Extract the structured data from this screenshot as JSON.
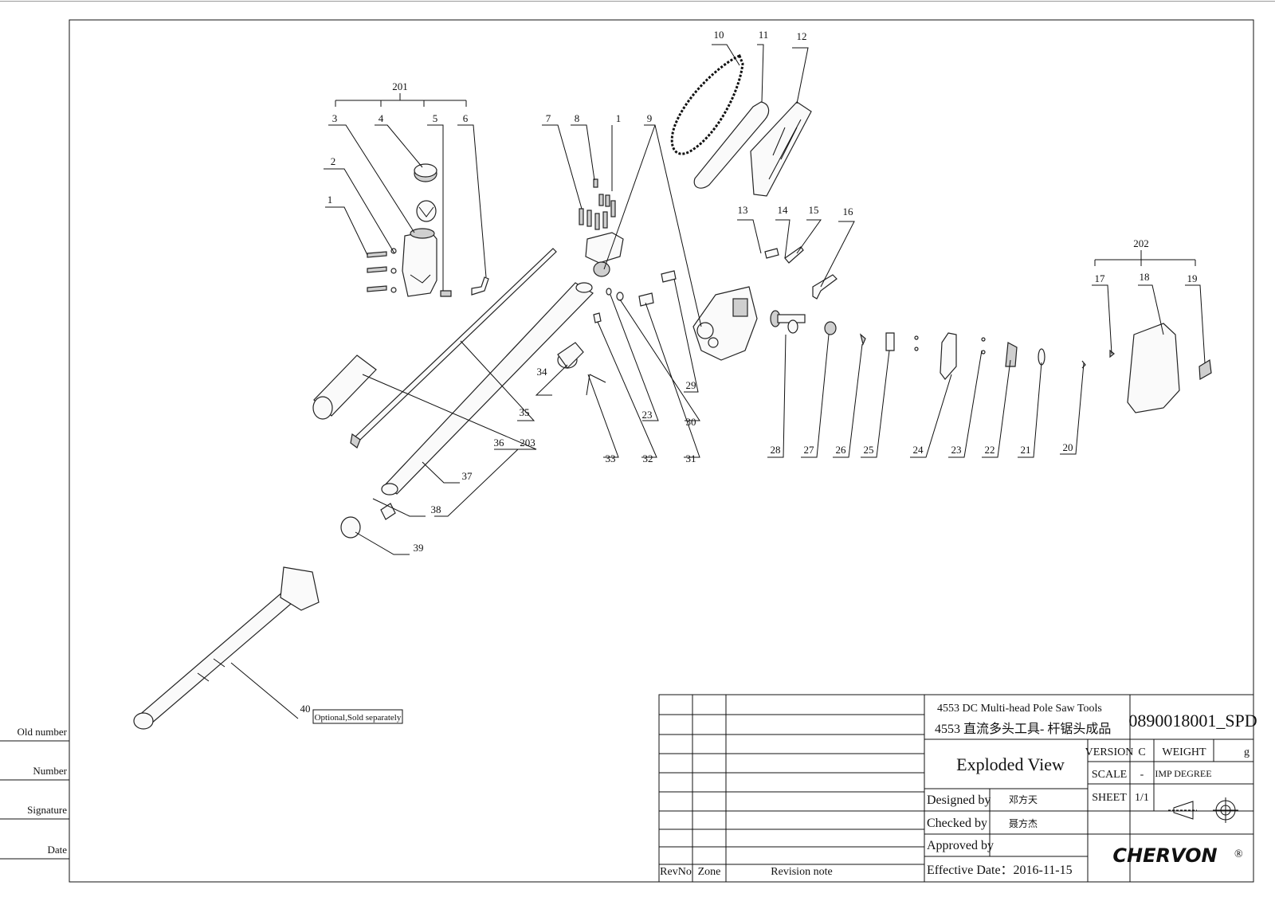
{
  "side_labels": [
    "Old number",
    "Number",
    "Signature",
    "Date"
  ],
  "callouts": {
    "201": "201",
    "202": "202",
    "203": "203",
    "c1a": "1",
    "c2": "2",
    "c3": "3",
    "c4": "4",
    "c5": "5",
    "c6": "6",
    "c7": "7",
    "c8": "8",
    "c1b": "1",
    "c9": "9",
    "c10": "10",
    "c11": "11",
    "c12": "12",
    "c13": "13",
    "c14": "14",
    "c15": "15",
    "c16": "16",
    "c17": "17",
    "c18": "18",
    "c19": "19",
    "c20": "20",
    "c21": "21",
    "c22": "22",
    "c23a": "23",
    "c24": "24",
    "c25": "25",
    "c26": "26",
    "c27": "27",
    "c28": "28",
    "c29": "29",
    "c30": "30",
    "c31": "31",
    "c32": "32",
    "c33": "33",
    "c23b": "23",
    "c34": "34",
    "c35": "35",
    "c36": "36",
    "c37": "37",
    "c38": "38",
    "c39": "39",
    "c40": "40"
  },
  "optional_note": "Optional,Sold separately",
  "title_block": {
    "title_en": "4553 DC Multi-head Pole Saw Tools",
    "title_cn": "4553 直流多头工具- 杆锯头成品",
    "doc_number": "0890018001_SPD",
    "view_name": "Exploded View",
    "version_label": "VERSION",
    "version_value": "C",
    "weight_label": "WEIGHT",
    "weight_unit": "g",
    "scale_label": "SCALE",
    "scale_value": "-",
    "imp_label": "IMP DEGREE",
    "sheet_label": "SHEET",
    "sheet_value": "1/1",
    "designed_label": "Designed by",
    "designed_value": "邓方天",
    "checked_label": "Checked by",
    "checked_value": "聂方杰",
    "approved_label": "Approved by",
    "effective_label": "Effective Date：2016-11-15",
    "rev_no": "RevNo",
    "zone": "Zone",
    "revision_note": "Revision note",
    "brand": "CHERVON",
    "brand_mark": "®"
  }
}
